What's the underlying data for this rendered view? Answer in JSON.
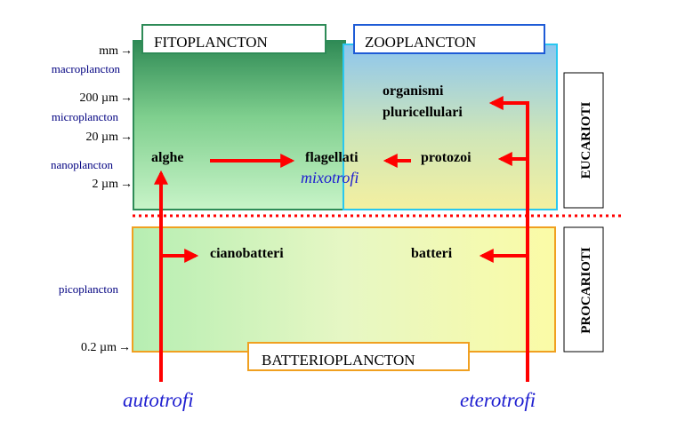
{
  "scale": {
    "mm": "mm",
    "macroplancton": "macroplancton",
    "um200": "200 µm",
    "microplancton": "microplancton",
    "um20": "20 µm",
    "nanoplancton": "nanoplancton",
    "um2": "2 µm",
    "picoplancton": "picoplancton",
    "um02": "0.2 µm"
  },
  "headers": {
    "fitoplancton": "FITOPLANCTON",
    "zooplancton": "ZOOPLANCTON",
    "batterioplancton": "BATTERIOPLANCTON"
  },
  "organisms": {
    "organismi": "organismi",
    "pluricellulari": "pluricellulari",
    "alghe": "alghe",
    "flagellati": "flagellati",
    "mixotrofi": "mixotrofi",
    "protozoi": "protozoi",
    "cianobatteri": "cianobatteri",
    "batteri": "batteri"
  },
  "side": {
    "eucarioti": "EUCARIOTI",
    "procarioti": "PROCARIOTI"
  },
  "nutrition": {
    "autotrofi": "autotrofi",
    "eterotrofi": "eterotrofi"
  },
  "colors": {
    "navy": "#000080",
    "blue": "#1f1fd0",
    "red": "#ff0000",
    "green_border": "#2e8b57",
    "blue_border": "#1e5bd6",
    "cyan_border": "#29c7f0",
    "orange_border": "#f0a020"
  }
}
